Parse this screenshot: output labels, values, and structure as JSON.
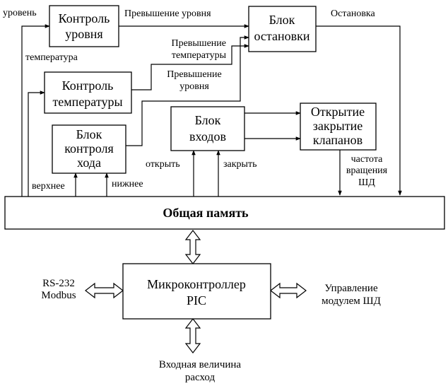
{
  "blocks": {
    "level_control": [
      "Контроль",
      "уровня"
    ],
    "stop_block": [
      "Блок",
      "остановки"
    ],
    "temp_control": [
      "Контроль",
      "температуры"
    ],
    "travel_control": [
      "Блок",
      "контроля",
      "хода"
    ],
    "input_block": [
      "Блок",
      "входов"
    ],
    "valves": [
      "Открытие",
      "закрытие",
      "клапанов"
    ],
    "shared_memory": "Общая память",
    "mcu": [
      "Микроконтроллер",
      "PIC"
    ]
  },
  "labels": {
    "level": "уровень",
    "temperature": "температура",
    "level_exceed": "Превышение уровня",
    "temp_exceed": [
      "Превышение",
      "температуры"
    ],
    "level_exceed_2": [
      "Превышение",
      "уровня"
    ],
    "stop": "Остановка",
    "upper": "верхнее",
    "lower": "нижнее",
    "open": "открыть",
    "close": "закрыть",
    "motor_freq": [
      "частота",
      "вращения",
      "ШД"
    ],
    "rs232": [
      "RS-232",
      "Modbus"
    ],
    "motor_ctrl": [
      "Управление",
      "модулем ШД"
    ],
    "input_value": [
      "Входная величина",
      "расход"
    ]
  }
}
